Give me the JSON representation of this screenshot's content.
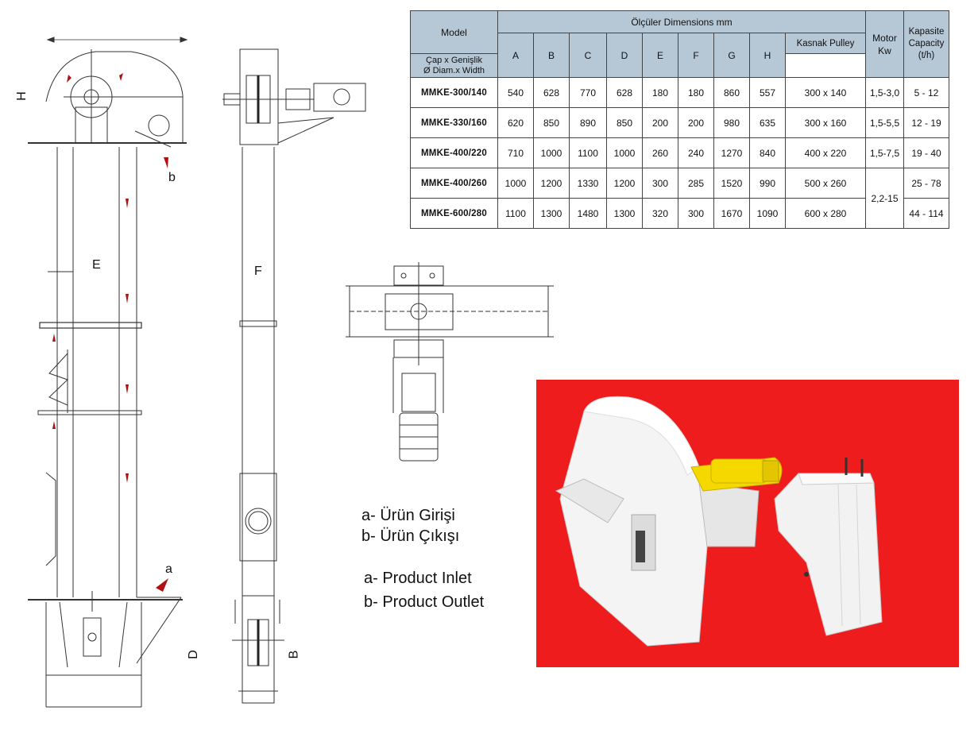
{
  "table": {
    "model_header": "Model",
    "dimensions_header": "Ölçüler Dimensions   mm",
    "columns": [
      "A",
      "B",
      "C",
      "D",
      "E",
      "F",
      "G",
      "H"
    ],
    "pulley_header": "Kasnak  Pulley",
    "pulley_sub": "Çap x Genişlik\nØ Diam.x Width",
    "motor_header": "Motor\nKw",
    "capacity_header": "Kapasite\nCapacity\n(t/h)",
    "rows": [
      {
        "model": "MMKE-300/140",
        "A": "540",
        "B": "628",
        "C": "770",
        "D": "628",
        "E": "180",
        "F": "180",
        "G": "860",
        "H": "557",
        "pulley": "300 x 140",
        "motor": "1,5-3,0",
        "capacity": "5 - 12"
      },
      {
        "model": "MMKE-330/160",
        "A": "620",
        "B": "850",
        "C": "890",
        "D": "850",
        "E": "200",
        "F": "200",
        "G": "980",
        "H": "635",
        "pulley": "300 x 160",
        "motor": "1,5-5,5",
        "capacity": "12 - 19"
      },
      {
        "model": "MMKE-400/220",
        "A": "710",
        "B": "1000",
        "C": "1100",
        "D": "1000",
        "E": "260",
        "F": "240",
        "G": "1270",
        "H": "840",
        "pulley": "400 x 220",
        "motor": "1,5-7,5",
        "capacity": "19 - 40"
      },
      {
        "model": "MMKE-400/260",
        "A": "1000",
        "B": "1200",
        "C": "1330",
        "D": "1200",
        "E": "300",
        "F": "285",
        "G": "1520",
        "H": "990",
        "pulley": "500 x 260",
        "motor": "2,2-15",
        "capacity": "25 - 78"
      },
      {
        "model": "MMKE-600/280",
        "A": "1100",
        "B": "1300",
        "C": "1480",
        "D": "1300",
        "E": "320",
        "F": "300",
        "G": "1670",
        "H": "1090",
        "pulley": "600 x 280",
        "motor": "",
        "capacity": "44 - 114"
      }
    ]
  },
  "legend": {
    "inlet_tr": "a- Ürün Girişi",
    "outlet_tr": "b- Ürün Çıkışı",
    "inlet_en": "a- Product Inlet",
    "outlet_en": "b- Product Outlet"
  },
  "drawing_labels": {
    "h": "H",
    "e": "E",
    "f": "F",
    "d": "D",
    "b_dim": "B",
    "a_marker": "a",
    "b_marker": "b"
  },
  "colors": {
    "header_fill": "#b6c7d6",
    "photo_background": "#ee1c1c",
    "motor_yellow": "#f5d800",
    "arrow_red": "#b01010"
  }
}
